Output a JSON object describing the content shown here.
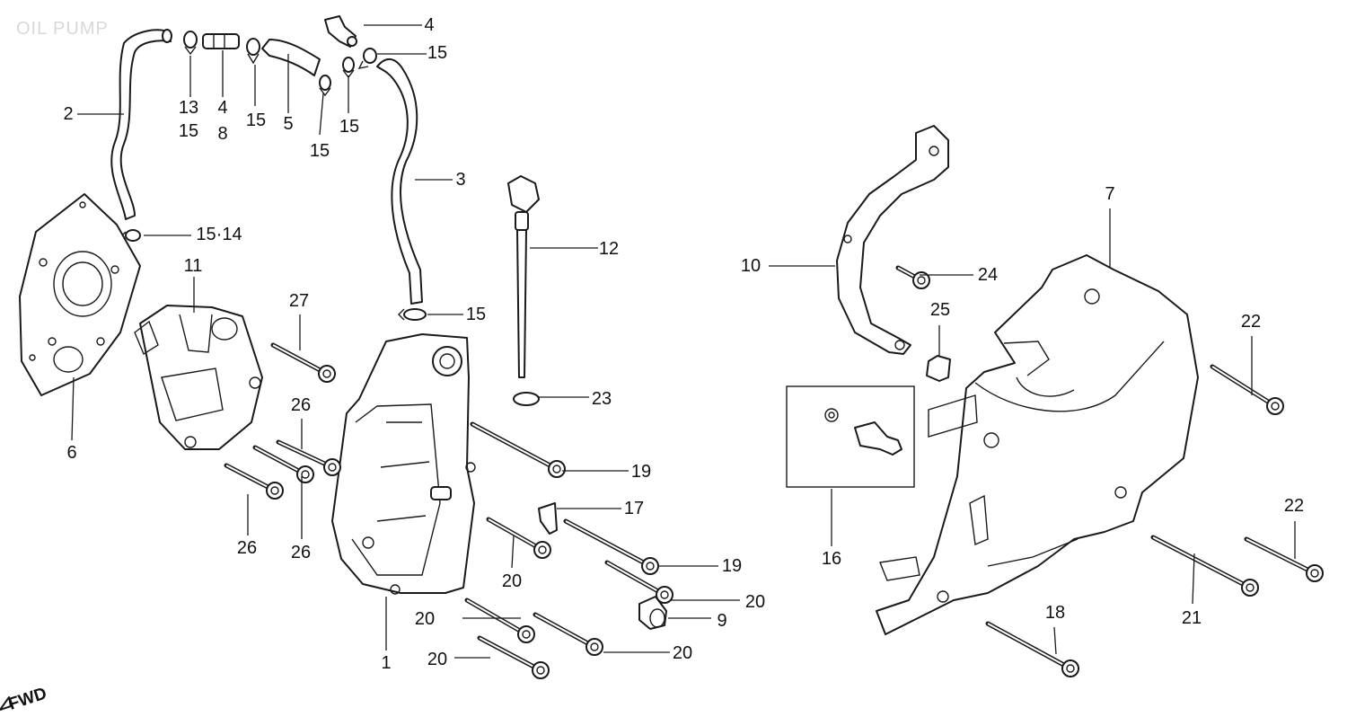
{
  "header": {
    "title": "OIL PUMP"
  },
  "fwd_label": "FWD",
  "callouts": [
    {
      "id": "c4a",
      "text": "4"
    },
    {
      "id": "c15a",
      "text": "15"
    },
    {
      "id": "c2",
      "text": "2"
    },
    {
      "id": "c13",
      "text": "13"
    },
    {
      "id": "c15b",
      "text": "15"
    },
    {
      "id": "c4b",
      "text": "4"
    },
    {
      "id": "c8",
      "text": "8"
    },
    {
      "id": "c15c",
      "text": "15"
    },
    {
      "id": "c5",
      "text": "5"
    },
    {
      "id": "c15d",
      "text": "15"
    },
    {
      "id": "c15e",
      "text": "15"
    },
    {
      "id": "c3",
      "text": "3"
    },
    {
      "id": "c1514",
      "text": "15·14"
    },
    {
      "id": "c12",
      "text": "12"
    },
    {
      "id": "c11",
      "text": "11"
    },
    {
      "id": "c27",
      "text": "27"
    },
    {
      "id": "c15f",
      "text": "15"
    },
    {
      "id": "c23",
      "text": "23"
    },
    {
      "id": "c6",
      "text": "6"
    },
    {
      "id": "c26a",
      "text": "26"
    },
    {
      "id": "c26b",
      "text": "26"
    },
    {
      "id": "c26c",
      "text": "26"
    },
    {
      "id": "c19a",
      "text": "19"
    },
    {
      "id": "c17",
      "text": "17"
    },
    {
      "id": "c20a",
      "text": "20"
    },
    {
      "id": "c19b",
      "text": "19"
    },
    {
      "id": "c20b",
      "text": "20"
    },
    {
      "id": "c9",
      "text": "9"
    },
    {
      "id": "c20c",
      "text": "20"
    },
    {
      "id": "c20d",
      "text": "20"
    },
    {
      "id": "c20e",
      "text": "20"
    },
    {
      "id": "c1",
      "text": "1"
    },
    {
      "id": "c10",
      "text": "10"
    },
    {
      "id": "c24",
      "text": "24"
    },
    {
      "id": "c25",
      "text": "25"
    },
    {
      "id": "c7",
      "text": "7"
    },
    {
      "id": "c22a",
      "text": "22"
    },
    {
      "id": "c16",
      "text": "16"
    },
    {
      "id": "c22b",
      "text": "22"
    },
    {
      "id": "c21",
      "text": "21"
    },
    {
      "id": "c18",
      "text": "18"
    }
  ]
}
